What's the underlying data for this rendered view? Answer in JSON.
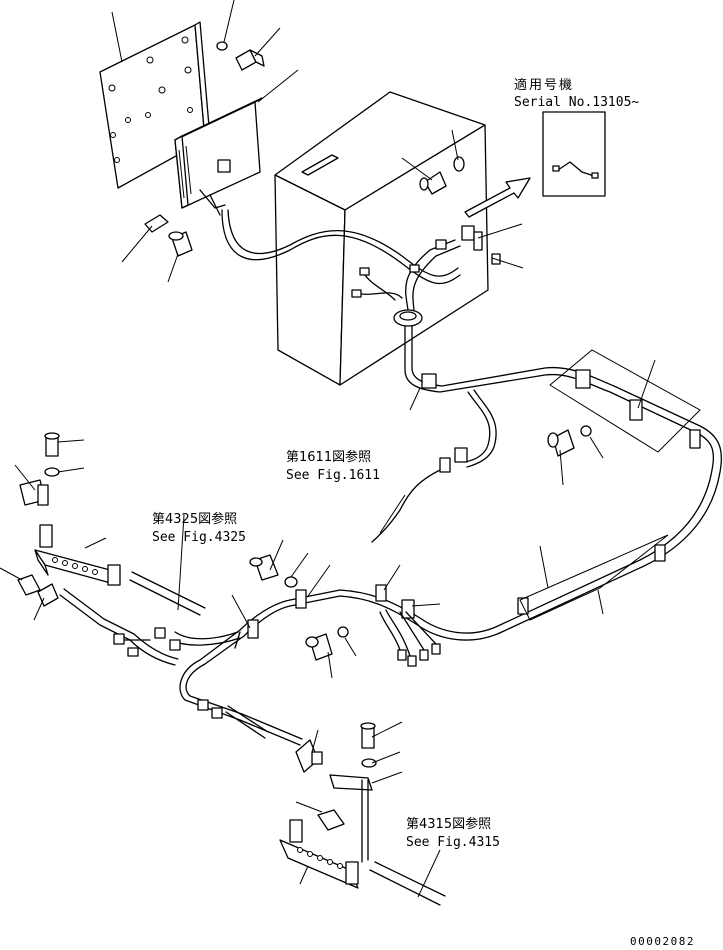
{
  "serial_note": {
    "line1": "適用号機",
    "line2": "Serial No.13105~"
  },
  "refs": {
    "fig1611": {
      "jp": "第1611図参照",
      "en": "See Fig.1611"
    },
    "fig4325": {
      "jp": "第4325図参照",
      "en": "See Fig.4325"
    },
    "fig4315": {
      "jp": "第4315図参照",
      "en": "See Fig.4315"
    }
  },
  "drawing_number": "00002082"
}
